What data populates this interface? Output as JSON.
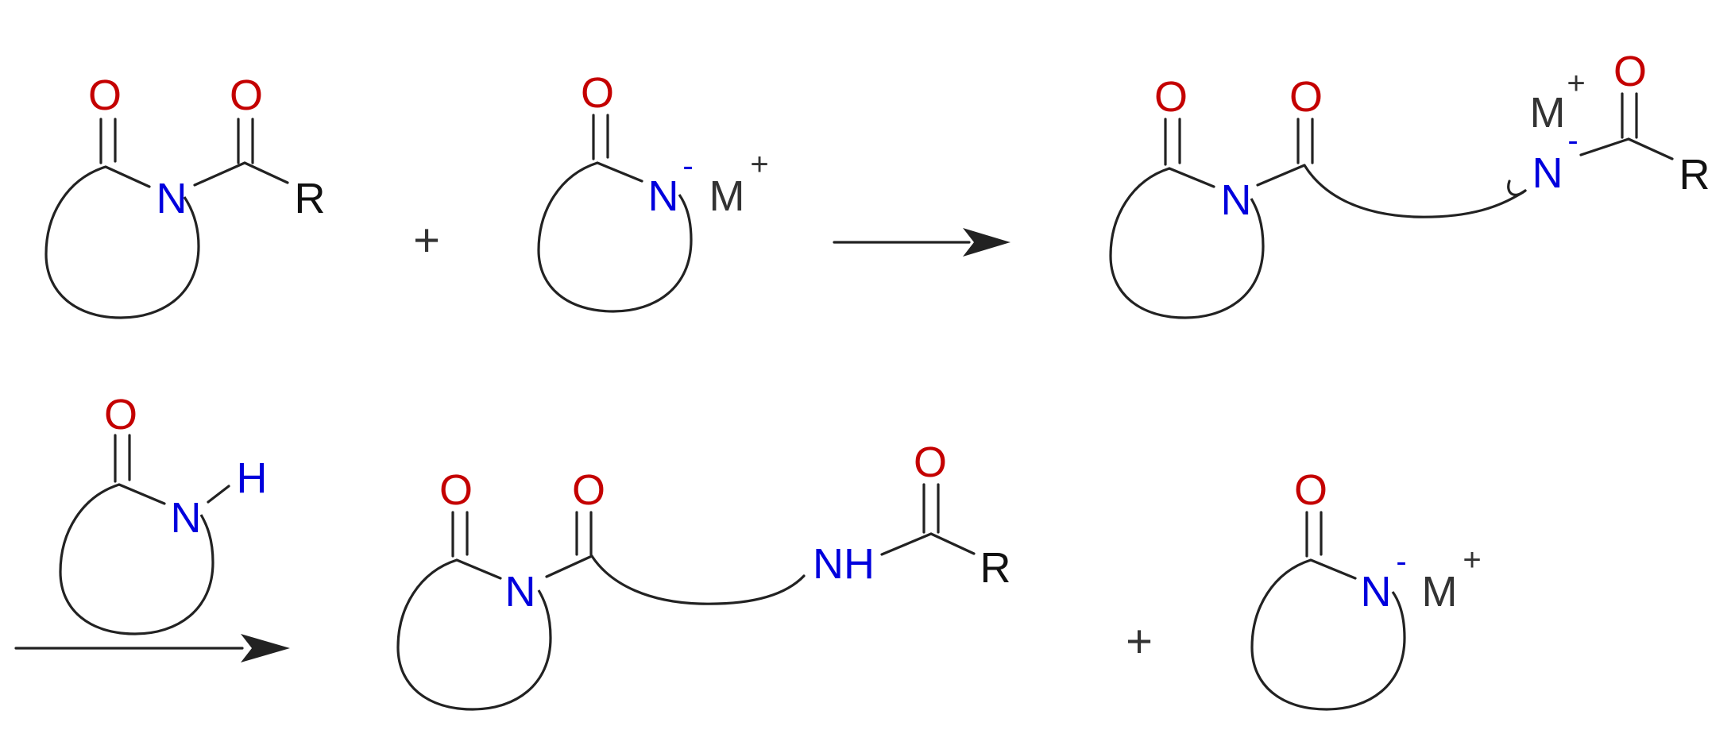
{
  "colors": {
    "oxygen": "#c40000",
    "nitrogen": "#0000dd",
    "carbon_label": "#111111",
    "metal": "#333333",
    "bond": "#222222"
  },
  "labels": {
    "oxygen": "O",
    "nitrogen": "N",
    "nh": "NH",
    "hydrogen": "H",
    "metal": "M",
    "r_group": "R",
    "minus": "-",
    "plus_charge": "+",
    "plus": "+"
  }
}
